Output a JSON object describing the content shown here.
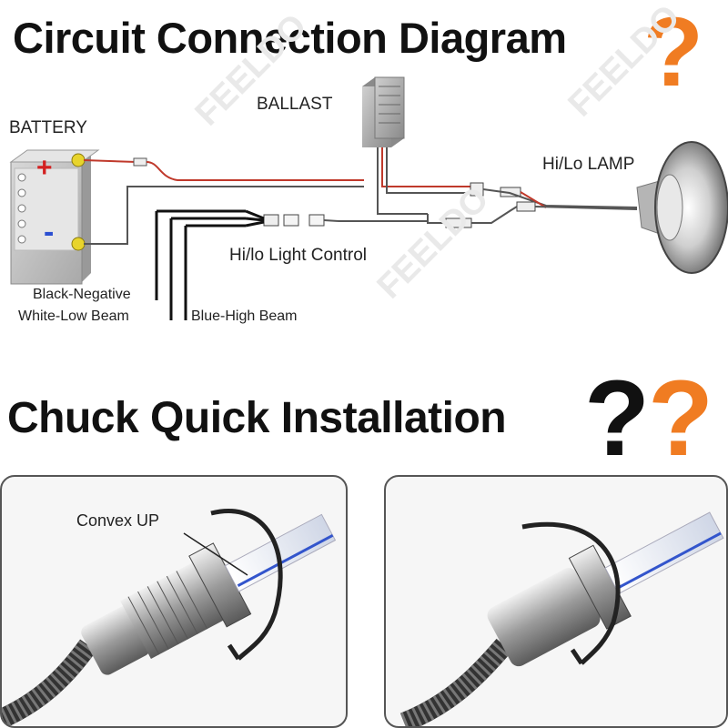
{
  "titles": {
    "circuit": "Circuit Connection Diagram",
    "chuck": "Chuck Quick Installation"
  },
  "marks": {
    "q1": "?",
    "q2_dark": "?",
    "q2_orange": "?"
  },
  "labels": {
    "battery": "BATTERY",
    "ballast": "BALLAST",
    "lamp": "Hi/Lo LAMP",
    "control": "Hi/lo Light Control",
    "black_negative": "Black-Negative",
    "white_low": "White-Low Beam",
    "blue_high": "Blue-High Beam",
    "convex": "Convex UP"
  },
  "battery_signs": {
    "plus": "+",
    "minus": "-"
  },
  "watermark": "FEELDO",
  "colors": {
    "accent_orange": "#f07c22",
    "dark_text": "#111111",
    "wire_red": "#c0392b",
    "wire_gray": "#555555",
    "blue_tint": "#3355cc"
  }
}
